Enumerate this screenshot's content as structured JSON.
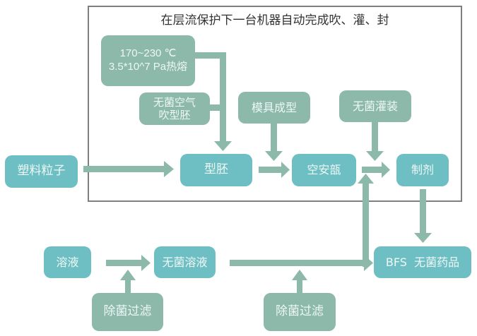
{
  "title": "在层流保护下一台机器自动完成吹、灌、封",
  "nodes": {
    "heat_melt": "170~230 ℃\n3.5*10^7 Pa热熔",
    "sterile_air": "无菌空气\n吹型胚",
    "mold_forming": "模具成型",
    "sterile_filling": "无菌灌装",
    "plastic_pellets": "塑料粒子",
    "parison": "型胚",
    "empty_ampoule": "空安瓿",
    "preparation": "制剂",
    "solution": "溶液",
    "sterile_solution": "无菌溶液",
    "bfs_product": "BFS  无菌药品",
    "filtration_1": "除菌过滤",
    "filtration_2": "除菌过滤"
  },
  "colors": {
    "process_box": "#6dbfc3",
    "input_box": "#8cb9aa",
    "arrow": "#8cb9aa",
    "frame": "#7f7f7f"
  }
}
